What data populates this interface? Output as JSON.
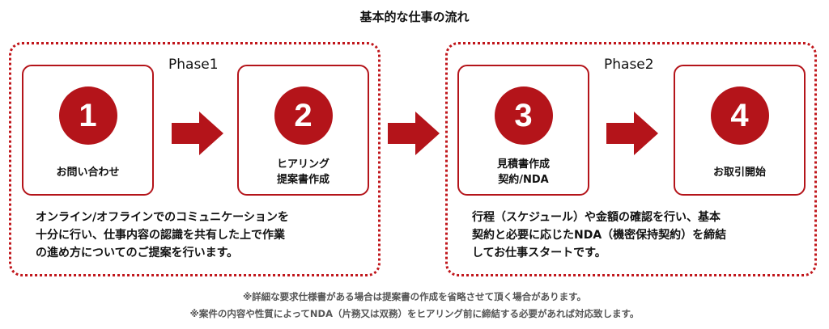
{
  "title": "基本的な仕事の流れ",
  "phases": [
    {
      "label": "Phase1",
      "steps": [
        {
          "number": "1",
          "label_lines": [
            "お問い合わせ"
          ]
        },
        {
          "number": "2",
          "label_lines": [
            "ヒアリング",
            "提案書作成"
          ]
        }
      ],
      "description_lines": [
        "オンライン/オフラインでのコミュニケーションを",
        "十分に行い、仕事内容の認識を共有した上で作業",
        "の進め方についてのご提案を行います。"
      ]
    },
    {
      "label": "Phase2",
      "steps": [
        {
          "number": "3",
          "label_lines": [
            "見積書作成",
            "契約/NDA"
          ]
        },
        {
          "number": "4",
          "label_lines": [
            "お取引開始"
          ]
        }
      ],
      "description_lines": [
        "行程（スケジュール）や金額の確認を行い、基本",
        "契約と必要に応じたNDA（機密保持契約）を締結",
        "してお仕事スタートです。"
      ]
    }
  ],
  "notes": [
    "※詳細な要求仕様書がある場合は提案書の作成を省略させて頂く場合があります。",
    "※案件の内容や性質によってNDA（片務又は双務）をヒアリング前に締結する必要があれば対応致します。"
  ],
  "colors": {
    "accent": "#b4141a",
    "border_dotted": "#c0161b",
    "text": "#111111",
    "note_text": "#555555"
  },
  "icons": {
    "arrow": "right-arrow-icon"
  }
}
